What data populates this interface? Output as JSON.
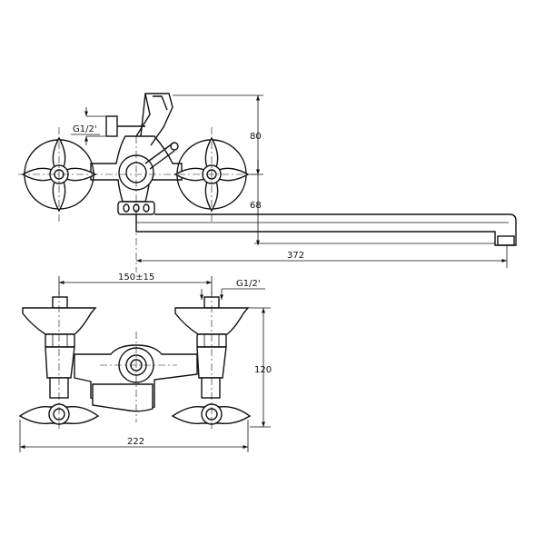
{
  "top_view": {
    "thread_label": "G1/2'",
    "dim_height_upper": "80",
    "dim_height_lower": "68",
    "dim_spout_length": "372"
  },
  "front_view": {
    "dim_center_distance": "150±15",
    "thread_label": "G1/2'",
    "dim_height": "120",
    "dim_width": "222"
  }
}
